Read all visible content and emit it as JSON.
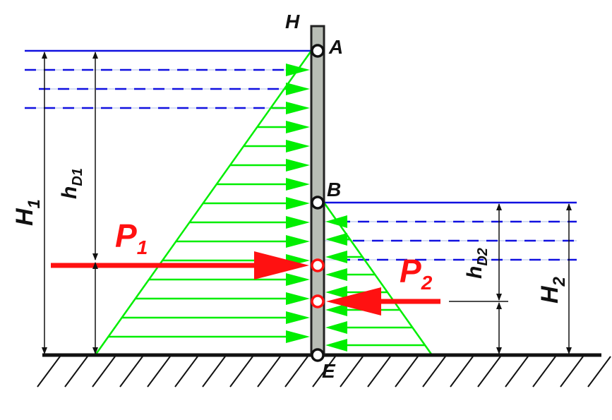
{
  "labels": {
    "top": "H",
    "point_a": "A",
    "point_b": "B",
    "point_e": "E",
    "force_1": "P",
    "force_1_sub": "1",
    "force_2": "P",
    "force_2_sub": "2",
    "depth_1": "H",
    "depth_1_sub": "1",
    "depth_2": "H",
    "depth_2_sub": "2",
    "center_depth_1": "h",
    "center_depth_1_sub": "D1",
    "center_depth_2": "h",
    "center_depth_2_sub": "D2"
  },
  "colors": {
    "water": "#1010e0",
    "pressure": "#00ee00",
    "force": "#ff1111",
    "wall": "#b8bdb5"
  }
}
